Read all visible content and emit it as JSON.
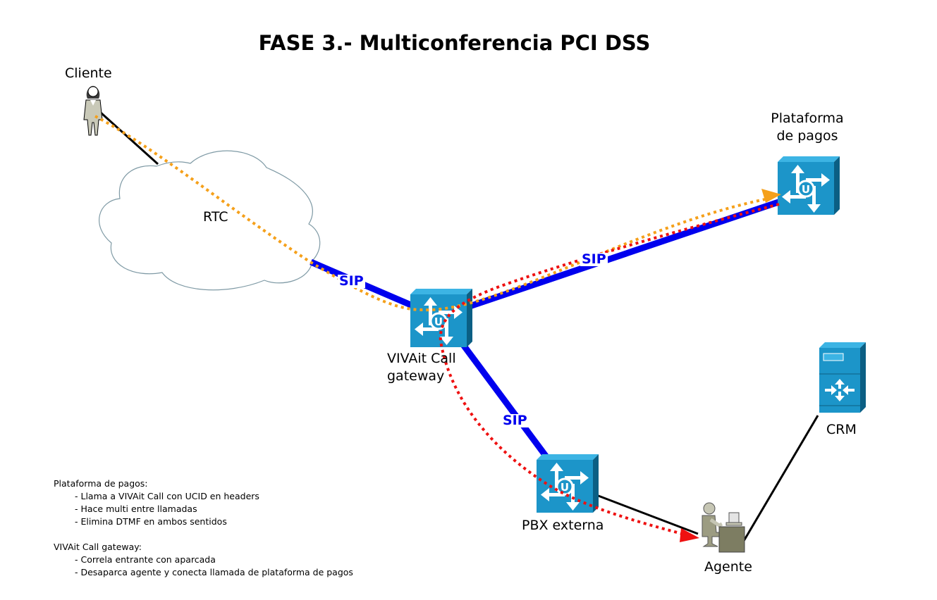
{
  "title": "FASE 3.- Multiconferencia PCI DSS",
  "nodes": {
    "cliente": {
      "label": "Cliente",
      "icon": "person-female-icon"
    },
    "rtc": {
      "label": "RTC",
      "icon": "cloud-icon"
    },
    "gateway": {
      "label_line1": "VIVAit Call",
      "label_line2": "gateway",
      "icon": "router-switch-icon"
    },
    "plataforma": {
      "label_line1": "Plataforma",
      "label_line2": "de pagos",
      "icon": "router-switch-icon"
    },
    "pbx": {
      "label": "PBX externa",
      "icon": "router-switch-icon"
    },
    "agente": {
      "label": "Agente",
      "icon": "agent-workstation-icon"
    },
    "crm": {
      "label": "CRM",
      "icon": "server-icon"
    }
  },
  "links": {
    "sip_rtc_gateway": "SIP",
    "sip_gateway_plataforma": "SIP",
    "sip_gateway_pbx": "SIP"
  },
  "colors": {
    "sip_link": "#0000ee",
    "call_flow_customer": "#f5a01a",
    "call_flow_agent": "#ee1111",
    "device_blue": "#1c95c9",
    "plain_link": "#000000"
  },
  "notes": {
    "plataforma": {
      "title": "Plataforma de pagos:",
      "items": [
        "- Llama a VIVAit Call con UCID en headers",
        "- Hace multi entre llamadas",
        "- Elimina DTMF en ambos sentidos"
      ]
    },
    "gateway": {
      "title": "VIVAit Call gateway:",
      "items": [
        "- Correla entrante con aparcada",
        "- Desaparca agente y conecta llamada de plataforma de pagos"
      ]
    }
  }
}
